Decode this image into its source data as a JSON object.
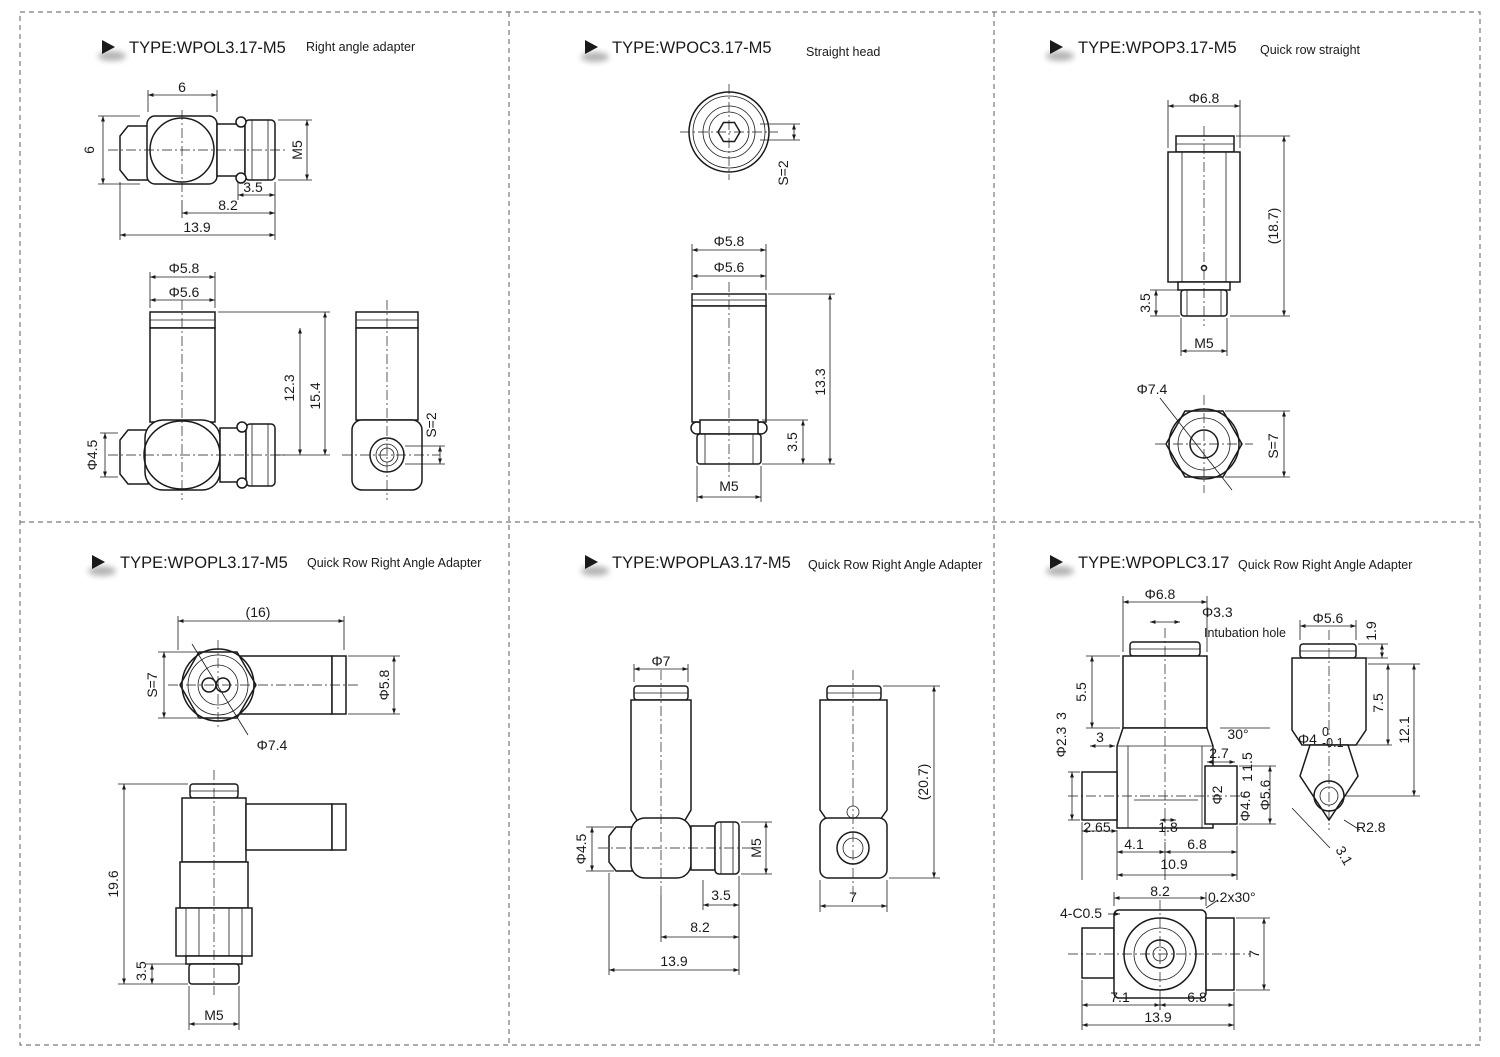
{
  "panels": [
    {
      "id": "p1",
      "type_label": "TYPE:WPOL3.17-M5",
      "subtitle": "Right angle adapter",
      "dims": [
        "6",
        "6",
        "M5",
        "3.5",
        "8.2",
        "13.9",
        "Φ5.8",
        "Φ5.6",
        "12.3",
        "15.4",
        "Φ4.5",
        "S=2"
      ]
    },
    {
      "id": "p2",
      "type_label": "TYPE:WPOC3.17-M5",
      "subtitle": "Straight head",
      "dims": [
        "S=2",
        "Φ5.8",
        "Φ5.6",
        "13.3",
        "3.5",
        "M5"
      ]
    },
    {
      "id": "p3",
      "type_label": "TYPE:WPOP3.17-M5",
      "subtitle": "Quick row straight",
      "dims": [
        "Φ6.8",
        "(18.7)",
        "3.5",
        "M5",
        "Φ7.4",
        "S=7"
      ]
    },
    {
      "id": "p4",
      "type_label": "TYPE:WPOPL3.17-M5",
      "subtitle": "Quick Row Right Angle Adapter",
      "dims": [
        "(16)",
        "S=7",
        "Φ5.8",
        "Φ7.4",
        "19.6",
        "3.5",
        "M5"
      ]
    },
    {
      "id": "p5",
      "type_label": "TYPE:WPOPLA3.17-M5",
      "subtitle": "Quick Row Right Angle Adapter",
      "dims": [
        "Φ7",
        "Φ4.5",
        "M5",
        "3.5",
        "8.2",
        "13.9",
        "(20.7)",
        "7"
      ]
    },
    {
      "id": "p6",
      "type_label": "TYPE:WPOPLC3.17",
      "subtitle": "Quick Row Right Angle Adapter",
      "dims": [
        "Φ6.8",
        "Φ3.3",
        "Intubation hole",
        "Φ5.6",
        "1.9",
        "5.5",
        "Φ2.3",
        "3",
        "3",
        "30°",
        "2.7",
        "1.5",
        "1",
        "7.5",
        "12.1",
        "Φ4",
        "0",
        "-0.1",
        "Φ2",
        "Φ4.6",
        "Φ5.6",
        "2.65",
        "1.8",
        "4.1",
        "6.8",
        "10.9",
        "R2.8",
        "3.1",
        "8.2",
        "0.2x30°",
        "4-C0.5",
        "7",
        "7.1",
        "6.8",
        "13.9"
      ]
    }
  ]
}
